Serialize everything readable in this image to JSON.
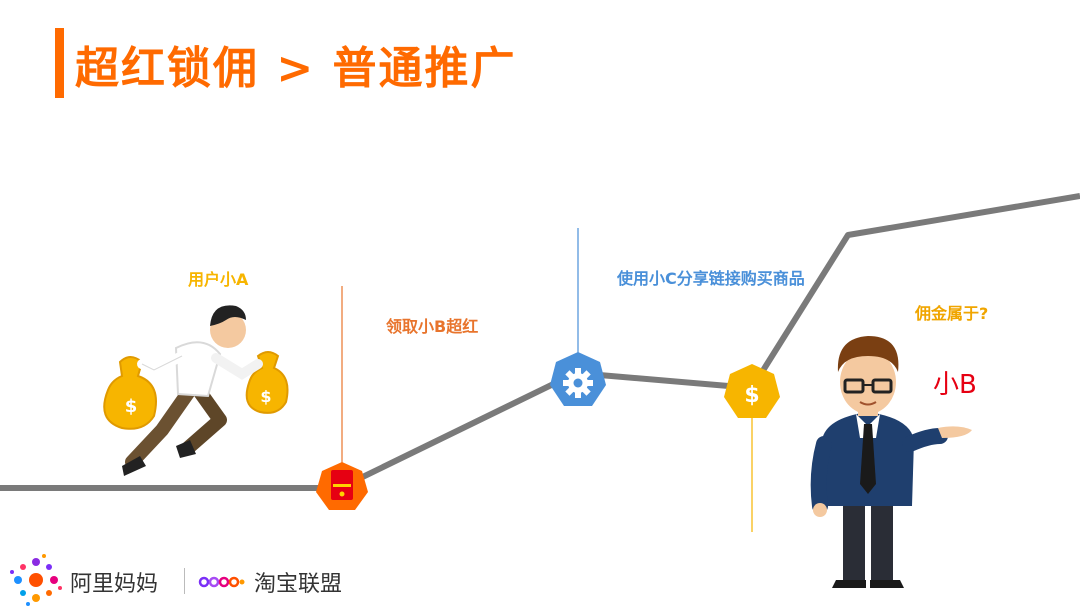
{
  "title": "超红锁佣 > 普通推广",
  "labels": {
    "user_a": "用户小A",
    "claim_b": "领取小B超红",
    "buy_c": "使用小C分享链接购买商品",
    "commission_q": "佣金属于?",
    "answer": "小B"
  },
  "footer": {
    "brand1": "阿里妈妈",
    "brand2": "淘宝联盟"
  },
  "colors": {
    "accent": "#ff6a00",
    "user_label": "#f7b500",
    "claim_label": "#e8742c",
    "buy_label": "#4a90d9",
    "commission_label": "#f0a500",
    "answer": "#e60012",
    "path_line": "#7a7a7a"
  }
}
